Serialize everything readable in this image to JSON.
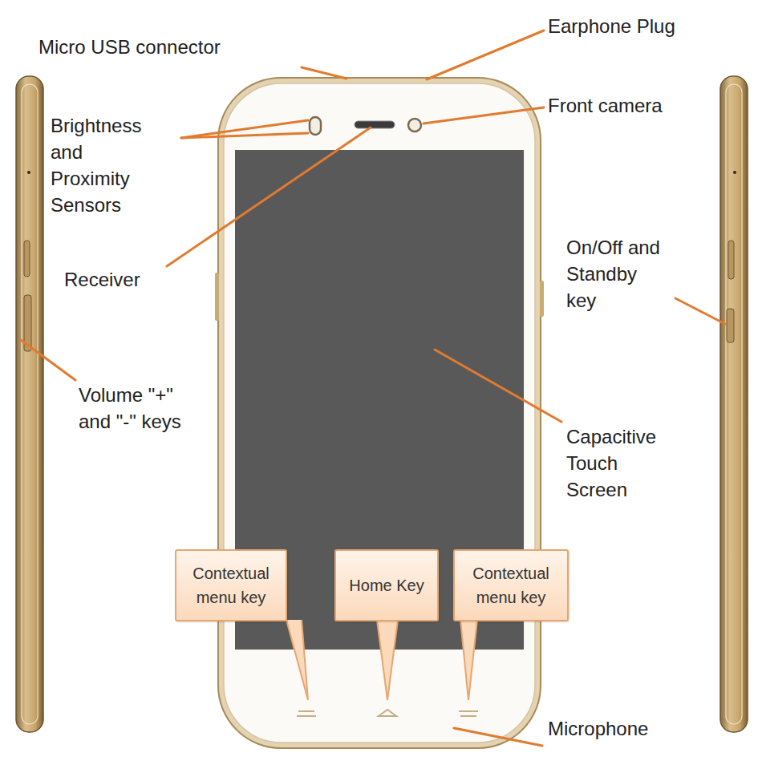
{
  "diagram": {
    "nodes": [
      {
        "text": [
          "Contextual menu key"
        ]
      },
      {
        "text": [
          "Home Key"
        ]
      },
      {
        "text": [
          "Contextual menu key"
        ]
      }
    ],
    "labels": [
      "Micro USB connector",
      "Earphone Plug",
      "Front camera",
      "Brightness and Proximity Sensors",
      "Receiver",
      "On/Off and Standby key",
      "Volume \"+\" and \"-\" keys",
      "Capacitive Touch Screen",
      "Microphone"
    ]
  }
}
